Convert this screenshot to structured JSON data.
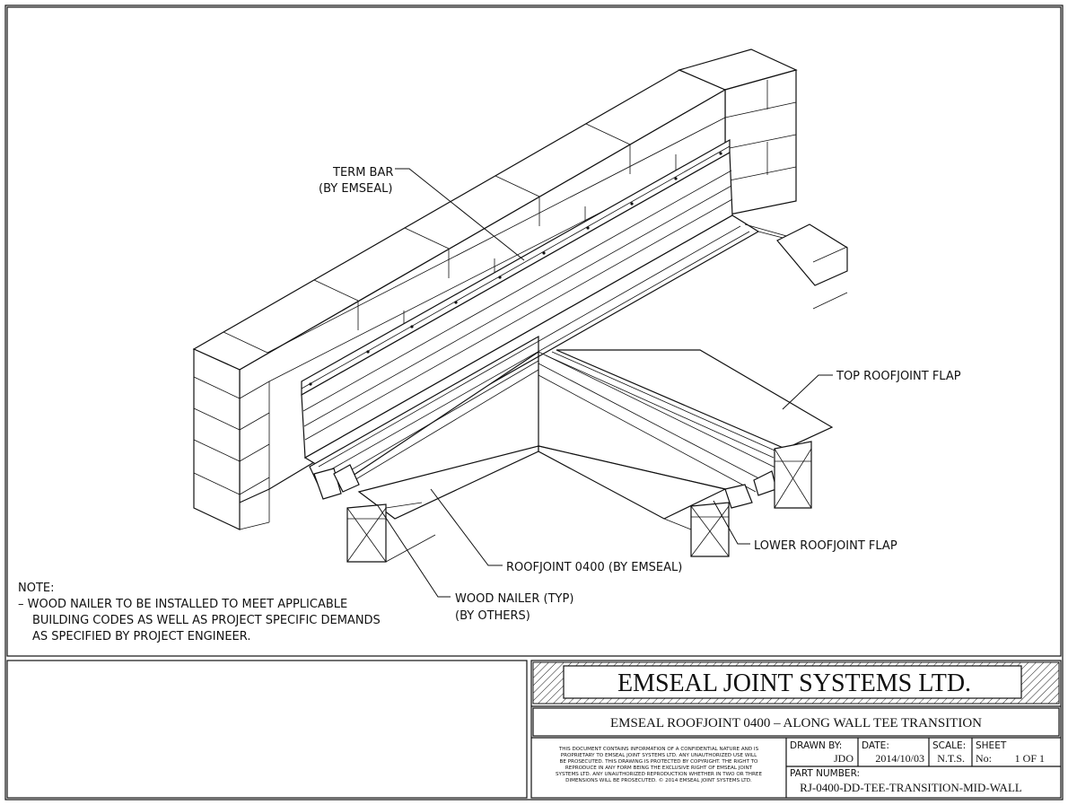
{
  "labels": {
    "term_bar_1": "TERM BAR",
    "term_bar_2": "(BY EMSEAL)",
    "top_flap": "TOP ROOFJOINT FLAP",
    "lower_flap": "LOWER ROOFJOINT FLAP",
    "roofjoint": "ROOFJOINT 0400 (BY EMSEAL)",
    "wood_nailer_1": "WOOD NAILER (TYP)",
    "wood_nailer_2": "(BY OTHERS)"
  },
  "note": {
    "heading": "NOTE:",
    "line1": "– WOOD NAILER TO BE INSTALLED TO MEET APPLICABLE",
    "line2": "BUILDING CODES AS WELL AS PROJECT SPECIFIC DEMANDS",
    "line3": "AS SPECIFIED BY PROJECT ENGINEER."
  },
  "title_block": {
    "company": "EMSEAL JOINT SYSTEMS LTD.",
    "drawing_title": "EMSEAL ROOFJOINT 0400 – ALONG WALL TEE TRANSITION",
    "legal": [
      "THIS DOCUMENT CONTAINS INFORMATION OF A CONFIDENTIAL NATURE AND IS",
      "PROPRIETARY TO EMSEAL JOINT SYSTEMS LTD. ANY UNAUTHORIZED USE WILL",
      "BE PROSECUTED. THIS DRAWING IS PROTECTED BY COPYRIGHT. THE RIGHT TO",
      "REPRODUCE IN ANY FORM BEING THE EXCLUSIVE RIGHT OF EMSEAL JOINT",
      "SYSTEMS LTD. ANY UNAUTHORIZED REPRODUCTION WHETHER IN TWO OR THREE",
      "DIMENSIONS WILL BE PROSECUTED. © 2014 EMSEAL JOINT SYSTEMS LTD."
    ],
    "drawn_by_label": "DRAWN BY:",
    "drawn_by": "JDO",
    "date_label": "DATE:",
    "date": "2014/10/03",
    "scale_label": "SCALE:",
    "scale": "N.T.S.",
    "sheet_label": "SHEET",
    "sheet_no_label": "No:",
    "sheet_no": "1 OF 1",
    "part_number_label": "PART NUMBER:",
    "part_number": "RJ-0400-DD-TEE-TRANSITION-MID-WALL"
  }
}
